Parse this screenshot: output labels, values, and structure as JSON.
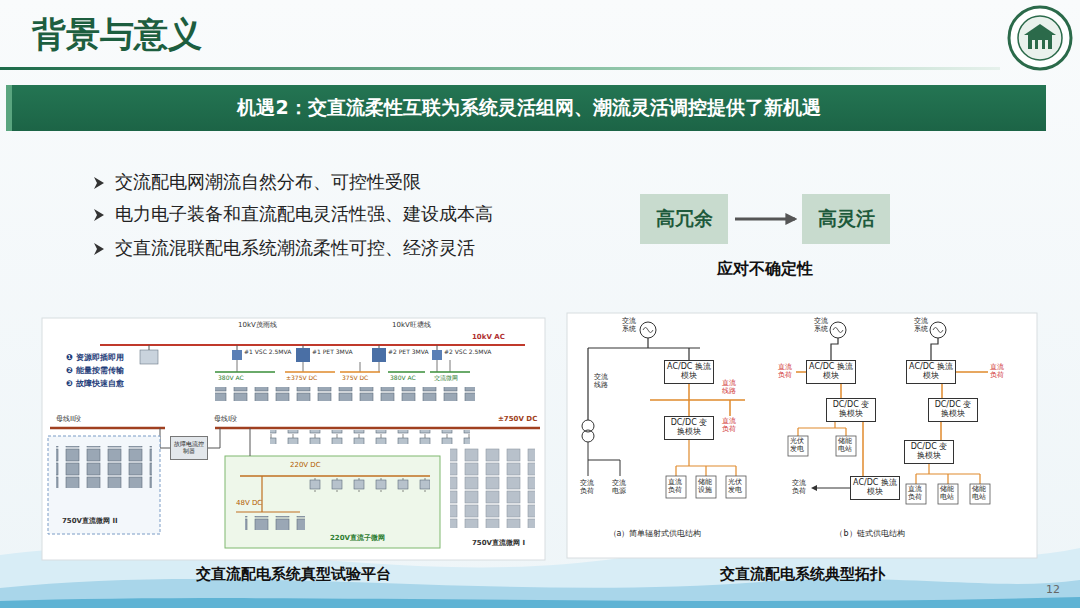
{
  "diagram": {
    "title": "背景与意义",
    "nodes": [
      {
        "text": [
          "机遇2：交直流柔性互联为系统灵活组网、潮流灵活调控提供了新机遇"
        ]
      },
      {
        "text": [
          "高冗余"
        ]
      },
      {
        "text": [
          "高灵活"
        ]
      },
      {
        "text": [
          "故障电流控制器"
        ]
      },
      {
        "text": [
          "AC/DC 换流模块"
        ]
      },
      {
        "text": [
          "DC/DC 变换模块"
        ]
      },
      {
        "text": [
          "AC/DC 换流模块"
        ]
      },
      {
        "text": [
          "AC/DC 换流模块"
        ]
      },
      {
        "text": [
          "DC/DC 变换模块"
        ]
      },
      {
        "text": [
          "DC/DC 变换模块"
        ]
      },
      {
        "text": [
          "DC/DC 变换模块"
        ]
      },
      {
        "text": [
          "AC/DC 换流模块"
        ]
      }
    ],
    "edges": [
      {
        "from": 1,
        "to": 2,
        "arrow": "to"
      },
      {
        "from": 4,
        "to": 5,
        "arrow": "none"
      },
      {
        "from": 6,
        "to": 8,
        "arrow": "none"
      },
      {
        "from": 7,
        "to": 9,
        "arrow": "none"
      },
      {
        "from": 9,
        "to": 10,
        "arrow": "none"
      },
      {
        "from": 8,
        "to": 11,
        "arrow": "none"
      }
    ],
    "labels": [
      "交流配电网潮流自然分布、可控性受限",
      "电力电子装备和直流配电灵活性强、建设成本高",
      "交直流混联配电系统潮流柔性可控、经济灵活",
      "应对不确定性",
      "10kV茂雨线",
      "10kV旺塘线",
      "10kV AC",
      "❶ 资源即插即用",
      "❷ 能量按需传输",
      "❸ 故障快速自愈",
      "#1 VSC 2.5MVA",
      "#1 PET 3MVA",
      "#2 PET 3MVA",
      "#2 VSC 2.5MVA",
      "380V AC",
      "±375V DC",
      "375V DC",
      "380V AC",
      "交流微网",
      "±750V DC",
      "母线I段",
      "母线II段",
      "750V直流微网 II",
      "220V DC",
      "48V DC",
      "220V直流子微网",
      "750V直流微网 I",
      "交直流配电系统真型试验平台",
      "交直流配电系统典型拓扑",
      "交流系统",
      "交流线路",
      "直流线路",
      "直流负荷",
      "交流负荷",
      "交流电源",
      "直流负荷",
      "储能设施",
      "光伏发电",
      "（a）简单辐射式供电结构",
      "交流系统",
      "交流系统",
      "直流负荷",
      "直流负荷",
      "光伏发电",
      "储能电站",
      "交流负荷",
      "直流负荷",
      "储能电站",
      "储能电站",
      "（b）链式供电结构",
      "12"
    ]
  }
}
